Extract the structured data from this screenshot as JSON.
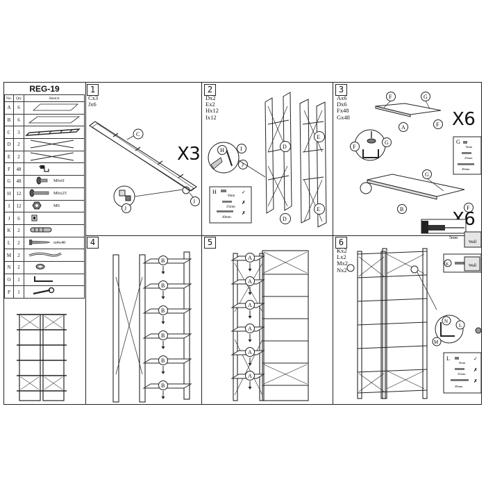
{
  "title": "REG-19",
  "table": {
    "headers": [
      "No.",
      "Qty",
      "Sketch"
    ],
    "rows": [
      {
        "no": "A",
        "qty": "6",
        "spec": ""
      },
      {
        "no": "B",
        "qty": "6",
        "spec": ""
      },
      {
        "no": "C",
        "qty": "3",
        "spec": ""
      },
      {
        "no": "D",
        "qty": "2",
        "spec": ""
      },
      {
        "no": "E",
        "qty": "2",
        "spec": ""
      },
      {
        "no": "F",
        "qty": "48",
        "spec": ""
      },
      {
        "no": "G",
        "qty": "48",
        "spec": "M6x9"
      },
      {
        "no": "H",
        "qty": "12",
        "spec": "M6x25"
      },
      {
        "no": "I",
        "qty": "12",
        "spec": "M6"
      },
      {
        "no": "J",
        "qty": "6",
        "spec": ""
      },
      {
        "no": "K",
        "qty": "2",
        "spec": ""
      },
      {
        "no": "L",
        "qty": "2",
        "spec": "st4x40"
      },
      {
        "no": "M",
        "qty": "2",
        "spec": ""
      },
      {
        "no": "N",
        "qty": "2",
        "spec": ""
      },
      {
        "no": "O",
        "qty": "1",
        "spec": ""
      },
      {
        "no": "P",
        "qty": "1",
        "spec": ""
      }
    ]
  },
  "steps": [
    {
      "num": "1",
      "parts": [
        "Cx3",
        "Jx6"
      ],
      "multiplier": "X3",
      "callouts": [
        "C",
        "J",
        "J"
      ]
    },
    {
      "num": "2",
      "parts": [
        "Dx2",
        "Ex2",
        "Hx12",
        "Ix12"
      ],
      "callouts": [
        "D",
        "E",
        "D",
        "E",
        "H",
        "I",
        "J"
      ],
      "detail": {
        "letter": "H",
        "dim1": "9mm",
        "dim2": "25mm",
        "dim3": "40mm"
      }
    },
    {
      "num": "3",
      "parts": [
        "Ax6",
        "Dx6",
        "Fx48",
        "Gx48"
      ],
      "multiplier_top": "X6",
      "multiplier_bottom": "X6",
      "callouts": [
        "F",
        "G",
        "A",
        "F",
        "B",
        "G",
        "F"
      ],
      "detail": {
        "letter": "G",
        "dim1": "9mm",
        "dim2": "25mm",
        "dim3": "40mm"
      }
    },
    {
      "num": "4",
      "callouts": [
        "B",
        "B",
        "B",
        "B",
        "B",
        "B"
      ]
    },
    {
      "num": "5",
      "callouts": [
        "A",
        "A",
        "A",
        "A",
        "A",
        "A"
      ]
    },
    {
      "num": "6",
      "parts": [
        "Kx2",
        "Lx2",
        "Mx2",
        "Nx2"
      ],
      "drill": "5mm",
      "wall_label": "Wall",
      "callouts": [
        "K",
        "N",
        "L",
        "M"
      ],
      "detail": {
        "letter": "L",
        "dim1": "9mm",
        "dim2": "25mm",
        "dim3": "40mm"
      }
    }
  ]
}
